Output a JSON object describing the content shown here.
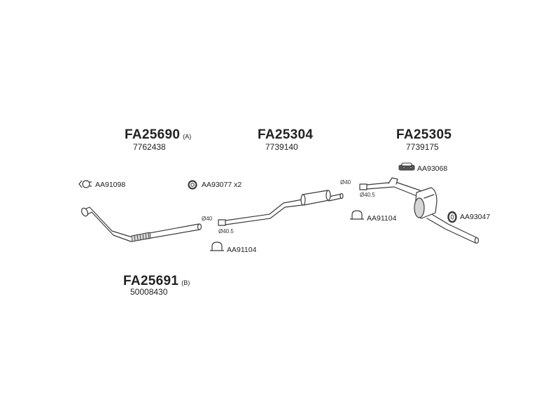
{
  "sections": [
    {
      "code": "FA25690",
      "variant": "(A)",
      "oe": "7762438"
    },
    {
      "code": "FA25304",
      "variant": "",
      "oe": "7739140"
    },
    {
      "code": "FA25305",
      "variant": "",
      "oe": "7739175"
    },
    {
      "code": "FA25691",
      "variant": "(B)",
      "oe": "50008430"
    }
  ],
  "accessories": [
    {
      "code": "AA91098",
      "icon": "clamp-icon"
    },
    {
      "code": "AA93077 x2",
      "icon": "gasket-ring-icon"
    },
    {
      "code": "AA91104",
      "icon": "u-clamp-icon"
    },
    {
      "code": "AA93068",
      "icon": "rubber-mount-icon"
    },
    {
      "code": "AA91104",
      "icon": "u-clamp-icon"
    },
    {
      "code": "AA93047",
      "icon": "hanger-ring-icon"
    }
  ],
  "dimensions": {
    "front_outlet": "Ø40",
    "middle_inlet": "Ø40.5",
    "middle_outlet": "Ø40",
    "rear_inlet": "Ø40.5"
  },
  "colors": {
    "line": "#3a3a3a",
    "fill": "#ffffff",
    "shade": "#d6d6d6",
    "text": "#222222"
  }
}
